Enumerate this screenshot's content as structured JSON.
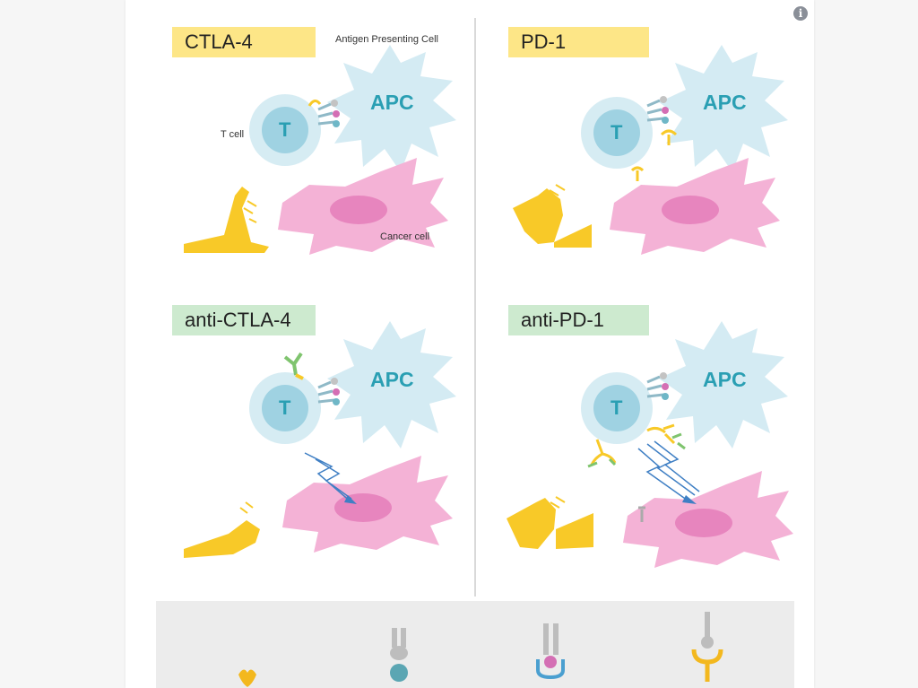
{
  "panels": [
    {
      "id": "ctla4",
      "title": "CTLA-4"
    },
    {
      "id": "pd1",
      "title": "PD-1"
    },
    {
      "id": "anti-ctla4",
      "title": "anti-CTLA-4"
    },
    {
      "id": "anti-pd1",
      "title": "anti-PD-1"
    }
  ],
  "labels": {
    "antigen_presenting_cell": "Antigen Presenting Cell",
    "t_cell": "T cell",
    "cancer_cell": "Cancer cell",
    "apc": "APC",
    "t": "T"
  },
  "colors": {
    "label_yellow": "#fde687",
    "label_green": "#cdeacf",
    "apc_fill": "#d4ebf3",
    "t_outer": "#d6ecf3",
    "t_inner": "#9fd2e2",
    "cell_text": "#2a9fb3",
    "cancer_fill": "#f4b2d6",
    "cancer_nucleus": "#e785be",
    "drug_yellow": "#f8c928",
    "antibody_green": "#7fc46e",
    "arrow_blue": "#3f7fc4",
    "divider": "#d9d9d9",
    "legend_bg": "#ececec"
  }
}
